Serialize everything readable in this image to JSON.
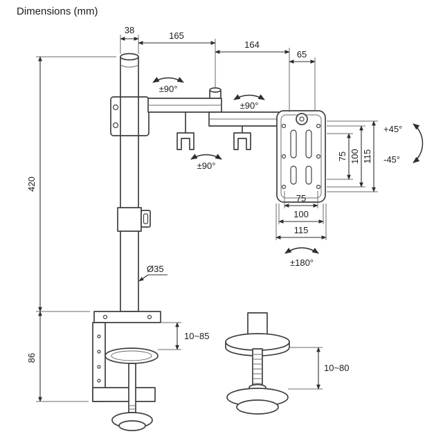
{
  "title": "Dimensions (mm)",
  "labels": {
    "pole_width": "38",
    "arm_front_length": "165",
    "arm_rear_length": "164",
    "head_offset": "65",
    "pole_height": "420",
    "clamp_body_height": "86",
    "clamp_grip_range": "10~85",
    "grommet_grip_range": "10~80",
    "pole_diameter": "Ø35",
    "pole_swivel": "±90°",
    "arm_swivel": "±90°",
    "elbow_swivel": "±90°",
    "tilt_up": "+45°",
    "tilt_down": "-45°",
    "plate_rotation": "±180°",
    "vesa_v75": "75",
    "vesa_v100": "100",
    "vesa_v115": "115",
    "vesa_h75": "75",
    "vesa_h100": "100",
    "vesa_h115": "115"
  },
  "colors": {
    "line": "#3f3f3f",
    "dimension": "#2e2e2e",
    "text": "#1c1c1c",
    "background": "#ffffff"
  }
}
